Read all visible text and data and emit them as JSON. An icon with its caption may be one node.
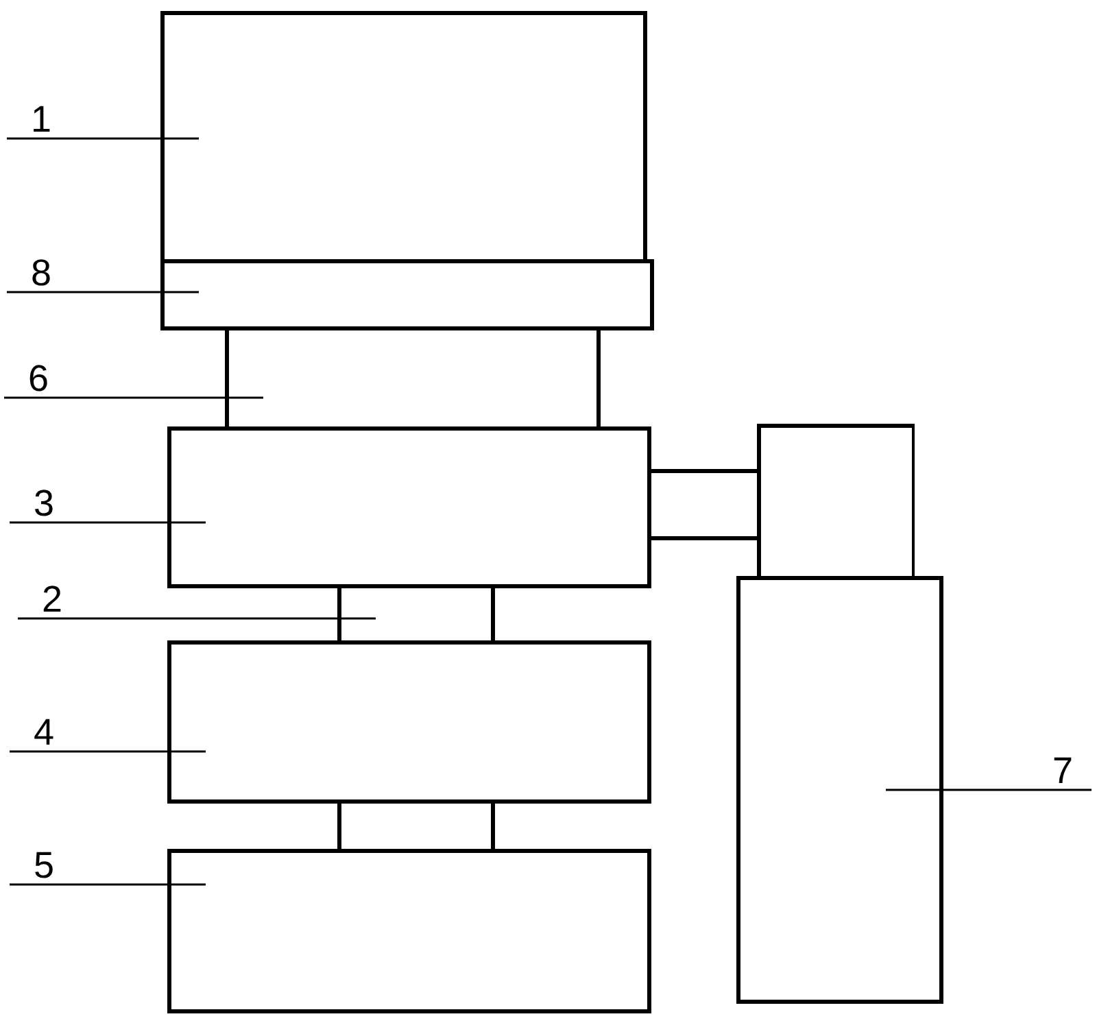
{
  "diagram": {
    "nodes": [
      {
        "text": [
          "1"
        ]
      },
      {
        "text": [],
        "shape": "box"
      },
      {
        "text": [
          "8"
        ]
      },
      {
        "text": [],
        "shape": "box"
      },
      {
        "text": [
          "6"
        ]
      },
      {
        "text": [],
        "shape": "bar"
      },
      {
        "text": [
          "3"
        ]
      },
      {
        "text": [],
        "shape": "box"
      },
      {
        "text": [
          "2"
        ]
      },
      {
        "text": [],
        "shape": "bar"
      },
      {
        "text": [
          "4"
        ]
      },
      {
        "text": [],
        "shape": "box"
      },
      {
        "text": [
          "5"
        ]
      },
      {
        "text": [],
        "shape": "box"
      },
      {
        "text": [
          "7"
        ]
      },
      {
        "text": [],
        "shape": "box"
      },
      {
        "text": [],
        "shape": "bar"
      },
      {
        "text": [],
        "shape": "bar"
      },
      {
        "text": [],
        "shape": "box"
      }
    ],
    "edges": [
      {
        "from": 0,
        "to": 1,
        "arrow": "none"
      },
      {
        "from": 2,
        "to": 3,
        "arrow": "none"
      },
      {
        "from": 4,
        "to": 5,
        "arrow": "none"
      },
      {
        "from": 6,
        "to": 7,
        "arrow": "none"
      },
      {
        "from": 8,
        "to": 9,
        "arrow": "none"
      },
      {
        "from": 10,
        "to": 11,
        "arrow": "none"
      },
      {
        "from": 12,
        "to": 13,
        "arrow": "none"
      },
      {
        "from": 14,
        "to": 15,
        "arrow": "none"
      }
    ]
  }
}
